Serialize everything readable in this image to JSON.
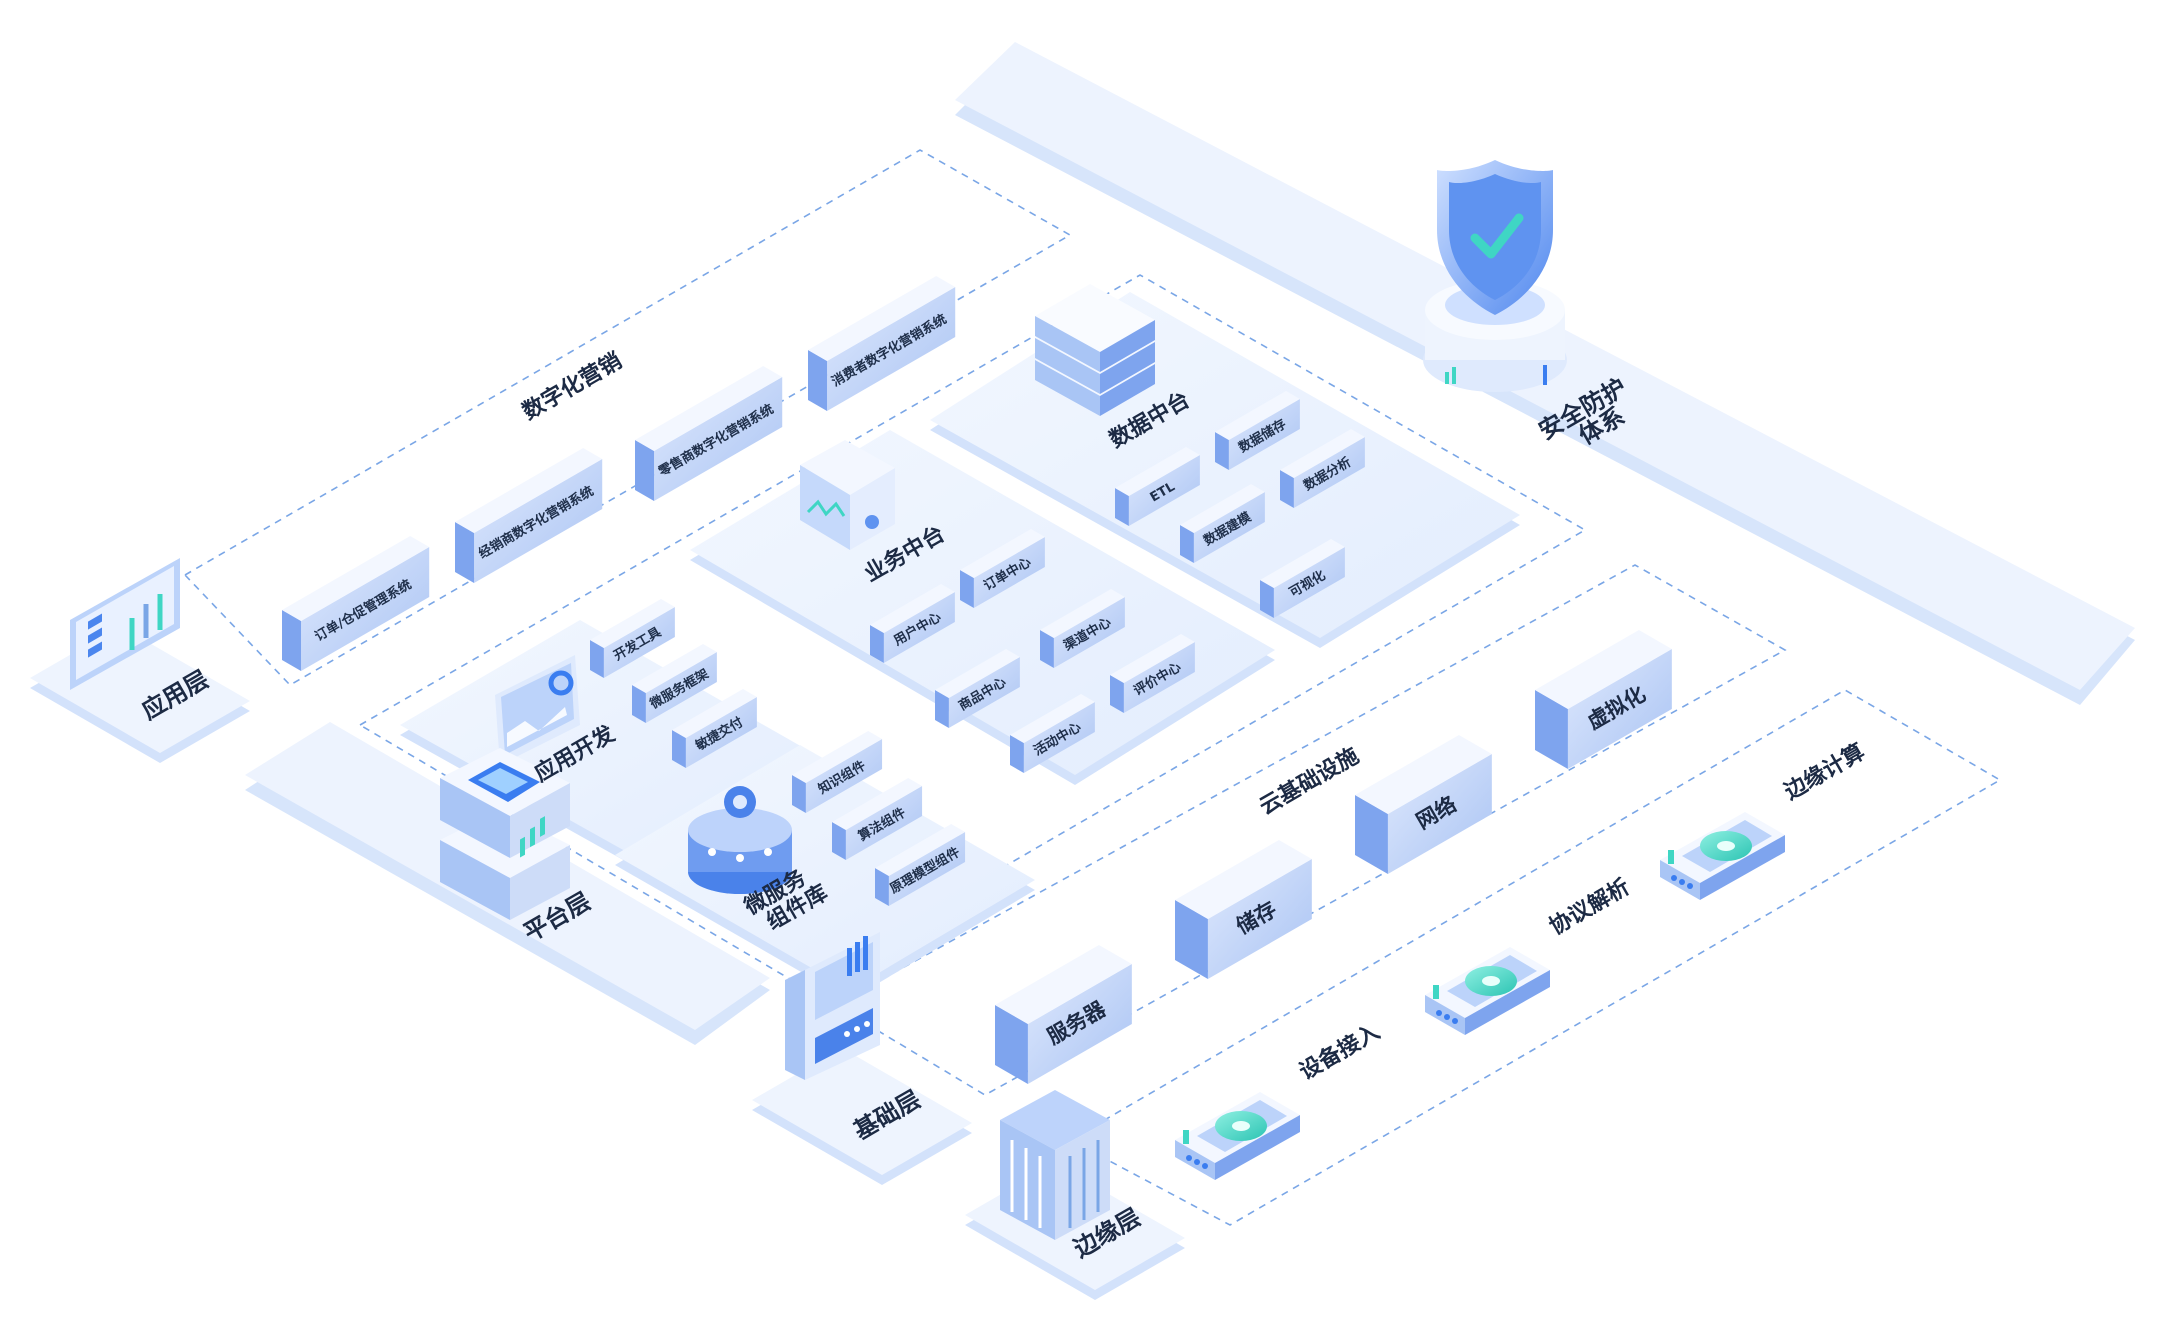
{
  "layers": {
    "application": "应用层",
    "platform": "平台层",
    "foundation": "基础层",
    "edge": "边缘层",
    "security_line1": "安全防护",
    "security_line2": "体系"
  },
  "digital_marketing": {
    "title": "数字化营销",
    "systems": [
      "订单/仓促管理系统",
      "经销商数字化营销系统",
      "零售商数字化营销系统",
      "消费者数字化营销系统"
    ]
  },
  "data_platform": {
    "title": "数据中台",
    "modules": [
      "ETL",
      "数据储存",
      "数据建模",
      "数据分析",
      "可视化"
    ]
  },
  "business_platform": {
    "title": "业务中台",
    "modules": [
      "用户中心",
      "订单中心",
      "商品中心",
      "渠道中心",
      "活动中心",
      "评价中心"
    ]
  },
  "app_dev": {
    "title": "应用开发",
    "modules": [
      "开发工具",
      "微服务框架",
      "敏捷交付"
    ]
  },
  "microservice": {
    "title_line1": "微服务",
    "title_line2": "组件库",
    "modules": [
      "知识组件",
      "算法组件",
      "原理模型组件"
    ]
  },
  "cloud_infra": {
    "title": "云基础设施",
    "modules": [
      "服务器",
      "储存",
      "网络",
      "虚拟化"
    ]
  },
  "edge_compute": {
    "modules": [
      "设备接入",
      "协议解析",
      "边缘计算"
    ]
  },
  "colors": {
    "panel": "#eaf2ff",
    "panel_side": "#d3e2fb",
    "block_top": "#f3f7ff",
    "block_left": "#a9c5f5",
    "block_right": "#cddcf8",
    "accent": "#3a7df0",
    "teal": "#3fd6c4",
    "dash": "#7aa6e6"
  },
  "icons": [
    "chart-board-icon",
    "server-stack-icon",
    "shield-check-icon",
    "chip-cube-icon",
    "cloud-gear-icon",
    "monitor-screen-icon",
    "machine-console-icon",
    "data-tower-icon",
    "fan-module-icon"
  ]
}
